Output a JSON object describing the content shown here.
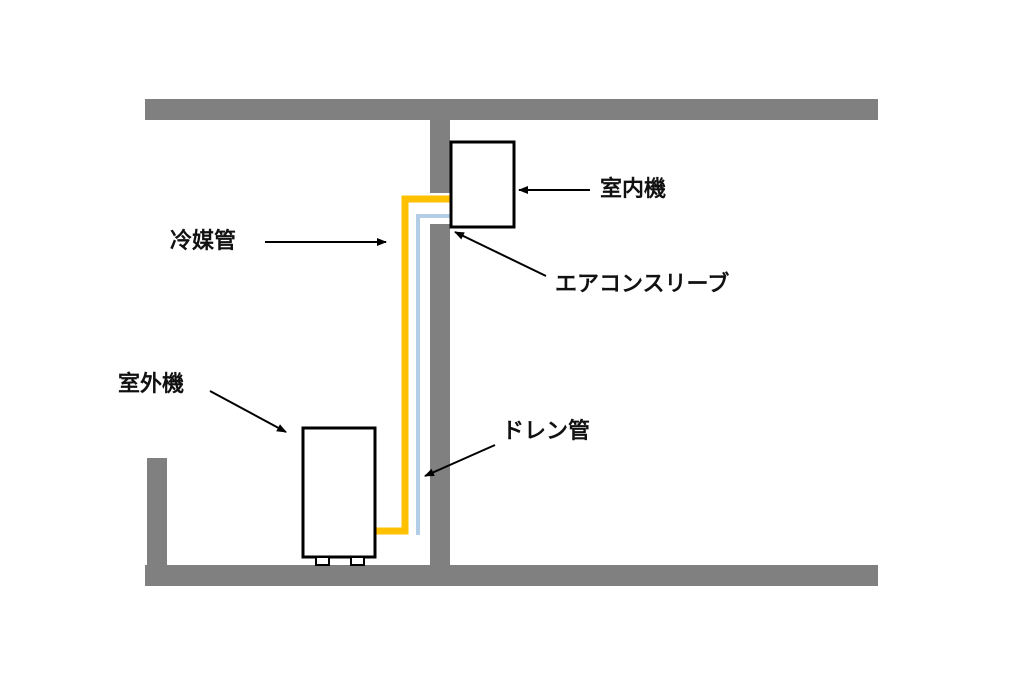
{
  "labels": {
    "indoor_unit": "室内機",
    "refrigerant_pipe": "冷媒管",
    "aircon_sleeve": "エアコンスリーブ",
    "outdoor_unit": "室外機",
    "drain_pipe": "ドレン管"
  },
  "colors": {
    "wall": "#808080",
    "refrigerant_pipe": "#FFC000",
    "drain_pipe": "#B4CDE6",
    "outline": "#000000"
  }
}
